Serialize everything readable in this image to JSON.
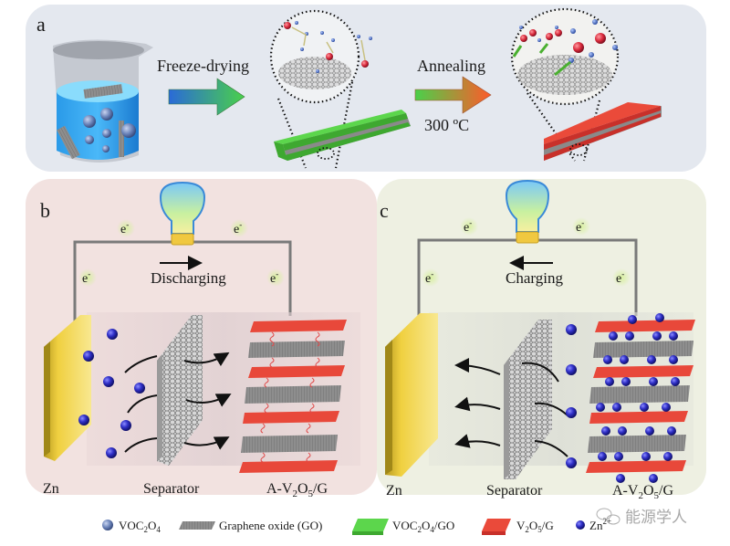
{
  "figure": {
    "panel_a": {
      "letter": "a",
      "step1_label": "Freeze-drying",
      "step2_label": "Annealing",
      "step2_temperature": "300 ºC"
    },
    "panel_b": {
      "letter": "b",
      "mode_label": "Discharging",
      "arrow_direction": "right",
      "electron": "e",
      "electron_sup": "-",
      "anode_label": "Zn",
      "separator_label": "Separator",
      "cathode_label_pre": "A-V",
      "cathode_sub1": "2",
      "cathode_mid": "O",
      "cathode_sub2": "5",
      "cathode_post": "/G"
    },
    "panel_c": {
      "letter": "c",
      "mode_label": "Charging",
      "arrow_direction": "left",
      "electron": "e",
      "electron_sup": "-",
      "anode_label": "Zn",
      "separator_label": "Separator",
      "cathode_label_pre": "A-V",
      "cathode_sub1": "2",
      "cathode_mid": "O",
      "cathode_sub2": "5",
      "cathode_post": "/G"
    },
    "legend": {
      "items": [
        {
          "icon": "blue-sphere",
          "pre": "VOC",
          "sub1": "2",
          "mid": "O",
          "sub2": "4",
          "post": ""
        },
        {
          "icon": "graphene-sheet",
          "text": "Graphene oxide (GO)"
        },
        {
          "icon": "green-slab",
          "pre": "VOC",
          "sub1": "2",
          "mid": "O",
          "sub2": "4",
          "post": "/GO"
        },
        {
          "icon": "red-slab",
          "pre": "V",
          "sub1": "2",
          "mid": "O",
          "sub2": "5",
          "post": "/G"
        },
        {
          "icon": "zn-ion",
          "pre": "Zn",
          "sup": "2+"
        }
      ]
    },
    "watermark": "能源学人",
    "colors": {
      "panel_a_bg": "#e4e8ef",
      "panel_b_bg": "#f2e2e0",
      "panel_c_bg": "#eef0e2",
      "voc_gel": "#36c23a",
      "v2o5": "#e8483a",
      "zn_ion": "#2a2ab8",
      "zinc": "#e2c23a",
      "graphene": "#8a8a8a"
    }
  }
}
